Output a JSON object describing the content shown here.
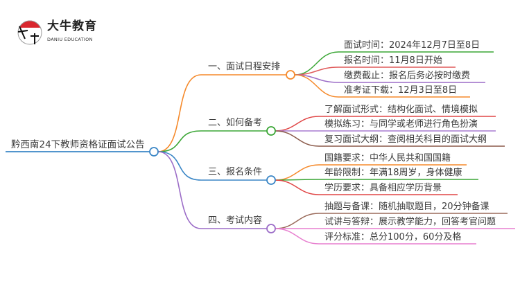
{
  "logo": {
    "cn": "大牛教育",
    "en": "DANIU EDUCATION",
    "mark": "大牛"
  },
  "root": {
    "label": "黔西南24下教师资格证面试公告",
    "color": "#3a86c6"
  },
  "branches": [
    {
      "label": "一、面试日程安排",
      "color": "#f5892a",
      "children": [
        {
          "label": "面试时间：2024年12月7日至8日",
          "color": "#3aa635"
        },
        {
          "label": "报名时间：11月8日开始",
          "color": "#e05a5a"
        },
        {
          "label": "缴费截止：报名后务必按时缴费",
          "color": "#9b6cc7"
        },
        {
          "label": "准考证下载：12月3日至8日",
          "color": "#f5892a"
        }
      ]
    },
    {
      "label": "二、如何备考",
      "color": "#3aa635",
      "children": [
        {
          "label": "了解面试形式：结构化面试、情境模拟",
          "color": "#e04545"
        },
        {
          "label": "模拟练习：与同学或老师进行角色扮演",
          "color": "#a77bd0"
        },
        {
          "label": "复习面试大纲：查阅相关科目的面试大纲",
          "color": "#8b5a4a"
        }
      ]
    },
    {
      "label": "三、报名条件",
      "color": "#3a86c6",
      "children": [
        {
          "label": "国籍要求：中华人民共和国国籍",
          "color": "#f5892a"
        },
        {
          "label": "年龄限制：年满18周岁，身体健康",
          "color": "#3aa635"
        },
        {
          "label": "学历要求：具备相应学历背景",
          "color": "#e04545"
        }
      ]
    },
    {
      "label": "四、考试内容",
      "color": "#9b6cc7",
      "children": [
        {
          "label": "抽题与备课：随机抽取题目，20分钟备课",
          "color": "#9a6a5a"
        },
        {
          "label": "试讲与答辩：展示教学能力，回答考官问题",
          "color": "#e77fcf"
        },
        {
          "label": "评分标准：总分100分，60分及格",
          "color": "#e77fcf"
        }
      ]
    }
  ]
}
